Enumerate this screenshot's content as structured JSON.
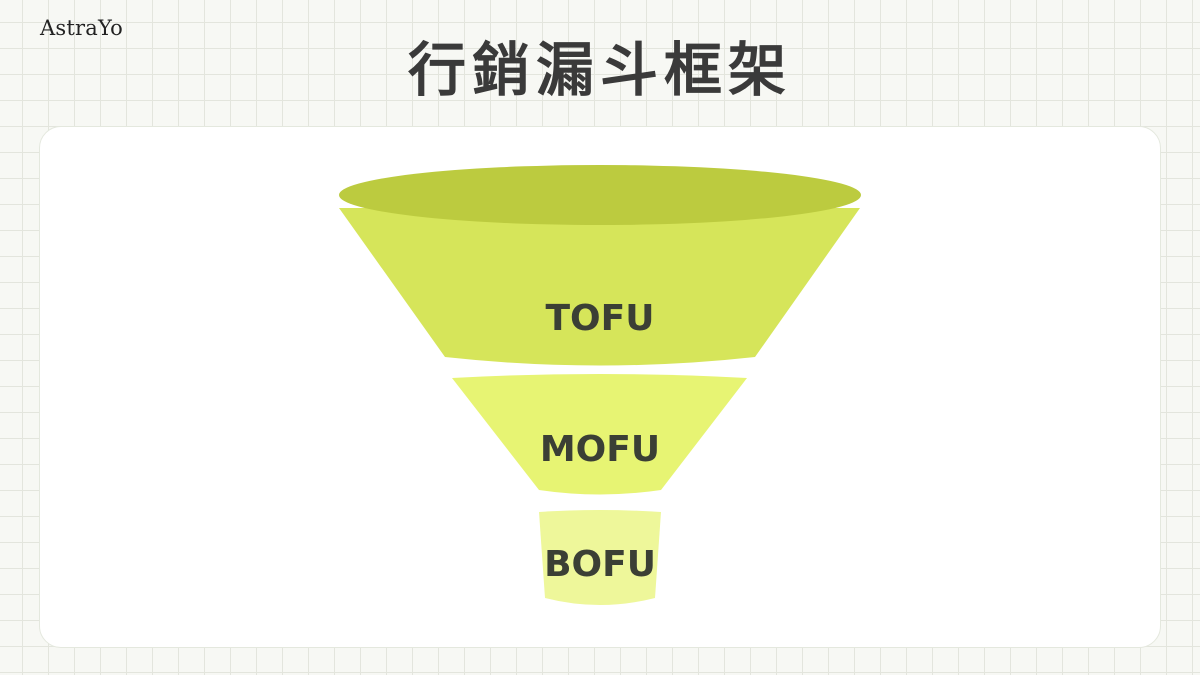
{
  "brand": "AstraYo",
  "title": "行銷漏斗框架",
  "funnel": {
    "stages": [
      {
        "label": "TOFU",
        "color": "#d6e55a",
        "rim_color": "#bccb3f"
      },
      {
        "label": "MOFU",
        "color": "#e7f473"
      },
      {
        "label": "BOFU",
        "color": "#eef79a"
      }
    ]
  }
}
